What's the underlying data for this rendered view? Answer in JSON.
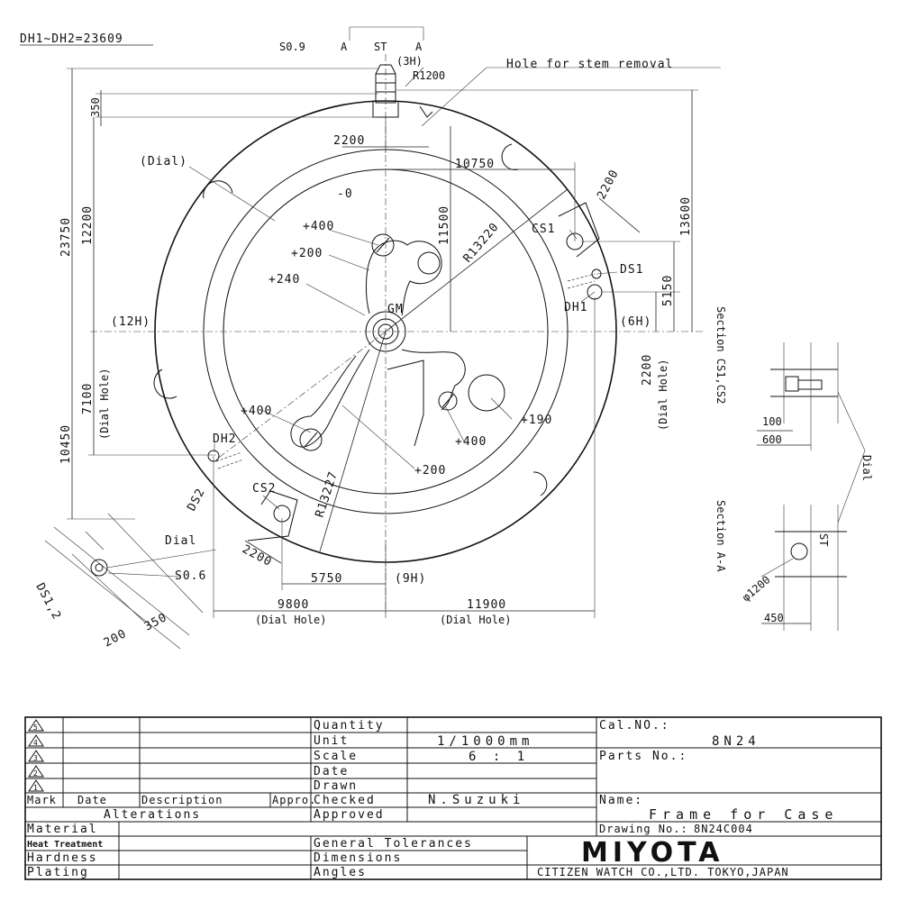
{
  "header": {
    "dh_note": "DH1~DH2=23609"
  },
  "labels": {
    "s09": "S0.9",
    "st": "ST",
    "a_left": "A",
    "a_right": "A",
    "h3": "(3H)",
    "r1200": "R1200",
    "stem_hole": "Hole for stem removal",
    "d350": "350",
    "d2200_top": "2200",
    "d10750": "10750",
    "d2200_cs1": "2200",
    "d13600": "13600",
    "dial_top": "(Dial)",
    "minus0": "-0",
    "d23750": "23750",
    "d12200": "12200",
    "d11500": "11500",
    "r13220": "R13220",
    "cs1": "CS1",
    "p400_top": "+400",
    "p200": "+200",
    "p240": "+240",
    "ds1": "DS1",
    "d5150": "5150",
    "dh1": "DH1",
    "gm": "GM",
    "h12": "(12H)",
    "h6": "(6H)",
    "d2200_dial": "2200",
    "dial_hole_r": "(Dial Hole)",
    "d7100": "7100",
    "dial_hole_l": "(Dial Hole)",
    "d10450": "10450",
    "p190": "+190",
    "p400_left": "+400",
    "p400_right": "+400",
    "dh2": "DH2",
    "p200_b": "+200",
    "r13227": "R13227",
    "ds2": "DS2",
    "cs2": "CS2",
    "dial_ds": "Dial",
    "s06": "S0.6",
    "ds12": "DS1,2",
    "d200": "200",
    "d350b": "350",
    "d2200_cs2": "2200",
    "d5750": "5750",
    "h9": "(9H)",
    "d9800": "9800",
    "d11900": "11900",
    "dial_hole_b1": "(Dial Hole)",
    "dial_hole_b2": "(Dial Hole)",
    "sec_cs": "Section CS1,CS2",
    "d100": "100",
    "d600": "600",
    "dial_r": "Dial",
    "sec_aa": "Section A-A",
    "st_r": "ST",
    "phi1200": "φ1200",
    "d450": "450"
  },
  "title_block": {
    "revision_marks": [
      "5",
      "4",
      "3",
      "2",
      "1"
    ],
    "col_mark": "Mark",
    "col_date": "Date",
    "col_desc": "Description",
    "col_appro": "Appro.",
    "alterations": "Alterations",
    "quantity_label": "Quantity",
    "quantity_value": "",
    "unit_label": "Unit",
    "unit_value": "1/1000mm",
    "scale_label": "Scale",
    "scale_value": "6 : 1",
    "date_label": "Date",
    "drawn_label": "Drawn",
    "checked_label": "Checked",
    "checked_value": "N.Suzuki",
    "approved_label": "Approved",
    "cal_label": "Cal.NO.:",
    "cal_value": "8N24",
    "parts_label": "Parts No.:",
    "name_label": "Name:",
    "name_value": "Frame for Case",
    "drawing_label": "Drawing No.:",
    "drawing_value": "8N24C004",
    "material_label": "Material",
    "heat_label": "Heat Treatment",
    "hardness_label": "Hardness",
    "plating_label": "Plating",
    "gen_tol_label": "General Tolerances",
    "dimensions_label": "Dimensions",
    "angles_label": "Angles",
    "logo": "MIYOTA",
    "company": "CITIZEN WATCH CO.,LTD. TOKYO,JAPAN"
  }
}
